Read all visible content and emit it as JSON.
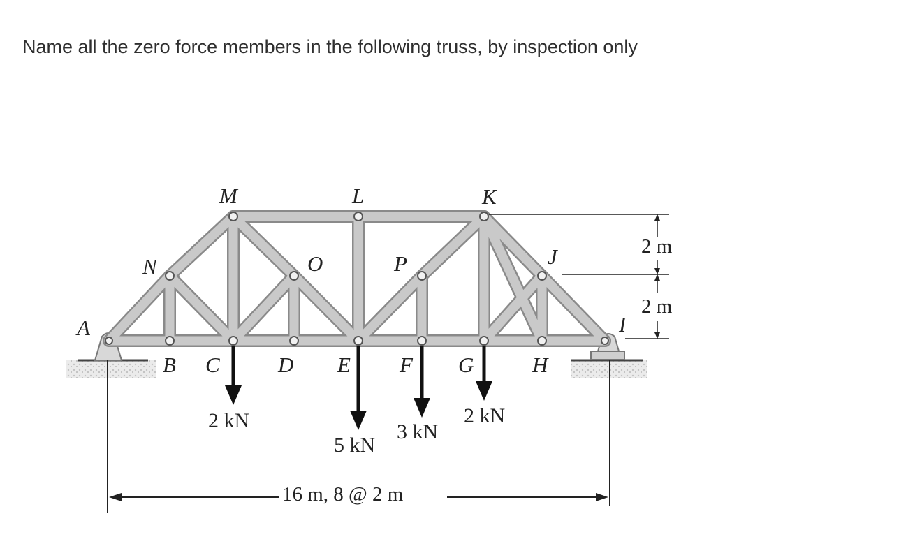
{
  "question": "Name all the zero force members in the following truss, by inspection only",
  "nodes": {
    "A": "A",
    "B": "B",
    "C": "C",
    "D": "D",
    "E": "E",
    "F": "F",
    "G": "G",
    "H": "H",
    "I": "I",
    "J": "J",
    "K": "K",
    "L": "L",
    "M": "M",
    "N": "N",
    "O": "O",
    "P": "P"
  },
  "loads": {
    "C": "2 kN",
    "E": "5 kN",
    "F": "3 kN",
    "G": "2 kN"
  },
  "dimensions": {
    "span": "16 m, 8 @ 2 m",
    "height_upper": "2 m",
    "height_lower": "2 m"
  },
  "colors": {
    "member_fill": "#c9c9c9",
    "member_edge": "#8a8a8a",
    "support_fill": "#d8d8d8",
    "text": "#222222"
  }
}
